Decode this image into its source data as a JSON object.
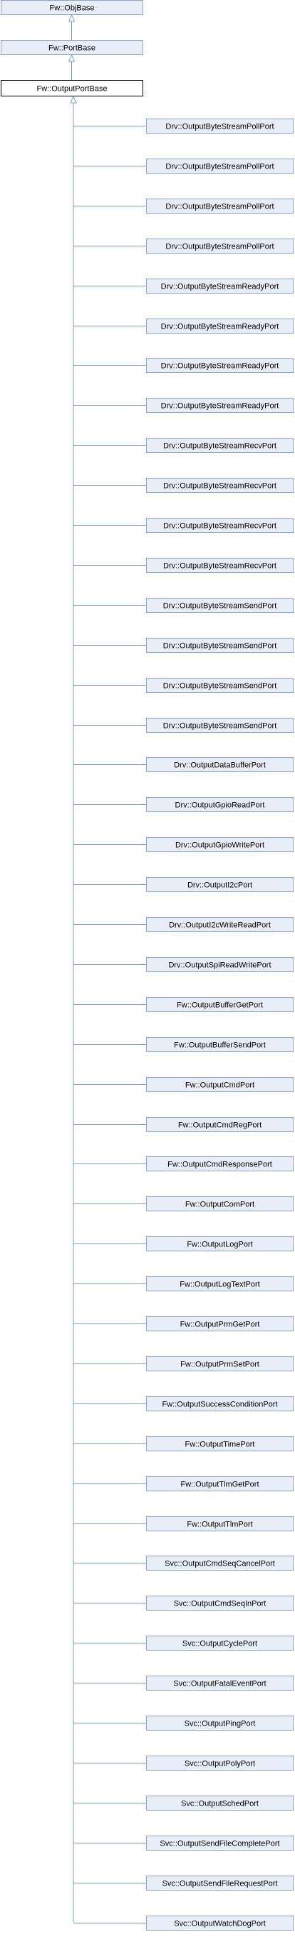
{
  "diagram": {
    "title": "Inheritance diagram for Fw::OutputPortBase",
    "bases": [
      "Fw::ObjBase",
      "Fw::PortBase"
    ],
    "focus": "Fw::OutputPortBase",
    "derived": [
      "Drv::OutputByteStreamPollPort",
      "Drv::OutputByteStreamPollPort",
      "Drv::OutputByteStreamPollPort",
      "Drv::OutputByteStreamPollPort",
      "Drv::OutputByteStreamReadyPort",
      "Drv::OutputByteStreamReadyPort",
      "Drv::OutputByteStreamReadyPort",
      "Drv::OutputByteStreamReadyPort",
      "Drv::OutputByteStreamRecvPort",
      "Drv::OutputByteStreamRecvPort",
      "Drv::OutputByteStreamRecvPort",
      "Drv::OutputByteStreamRecvPort",
      "Drv::OutputByteStreamSendPort",
      "Drv::OutputByteStreamSendPort",
      "Drv::OutputByteStreamSendPort",
      "Drv::OutputByteStreamSendPort",
      "Drv::OutputDataBufferPort",
      "Drv::OutputGpioReadPort",
      "Drv::OutputGpioWritePort",
      "Drv::OutputI2cPort",
      "Drv::OutputI2cWriteReadPort",
      "Drv::OutputSpiReadWritePort",
      "Fw::OutputBufferGetPort",
      "Fw::OutputBufferSendPort",
      "Fw::OutputCmdPort",
      "Fw::OutputCmdRegPort",
      "Fw::OutputCmdResponsePort",
      "Fw::OutputComPort",
      "Fw::OutputLogPort",
      "Fw::OutputLogTextPort",
      "Fw::OutputPrmGetPort",
      "Fw::OutputPrmSetPort",
      "Fw::OutputSuccessConditionPort",
      "Fw::OutputTimePort",
      "Fw::OutputTlmGetPort",
      "Fw::OutputTlmPort",
      "Svc::OutputCmdSeqCancelPort",
      "Svc::OutputCmdSeqInPort",
      "Svc::OutputCyclePort",
      "Svc::OutputFatalEventPort",
      "Svc::OutputPingPort",
      "Svc::OutputPolyPort",
      "Svc::OutputSchedPort",
      "Svc::OutputSendFileCompletePort",
      "Svc::OutputSendFileRequestPort",
      "Svc::OutputWatchDogPort"
    ],
    "colors": {
      "node_fill": "#e8eef7",
      "node_stroke": "#8ea3c4",
      "focus_fill": "#ffffff",
      "focus_stroke": "#000000",
      "edge": "#7b9bd0",
      "text": "#000000"
    }
  }
}
